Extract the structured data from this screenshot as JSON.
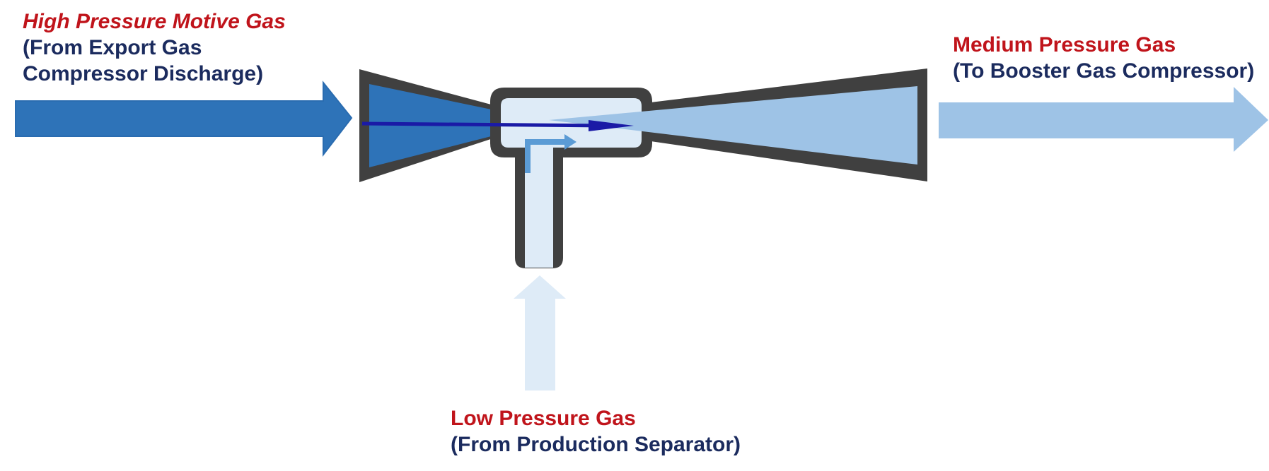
{
  "high_pressure": {
    "title": "High Pressure Motive Gas",
    "line1": "(From Export Gas",
    "line2": "Compressor Discharge)"
  },
  "medium_pressure": {
    "title": "Medium Pressure Gas",
    "line1": "(To Booster Gas Compressor)"
  },
  "low_pressure": {
    "title": "Low Pressure Gas",
    "line1": "(From Production Separator)"
  },
  "colors": {
    "high_pressure_flow": "#2e73b8",
    "medium_pressure_flow": "#9ec3e6",
    "low_pressure_flow": "#deebf7",
    "body_wall": "#404040",
    "motive_jet": "#1a1aa6",
    "title_red": "#c0141b",
    "subtitle_navy": "#1b2b5e"
  }
}
